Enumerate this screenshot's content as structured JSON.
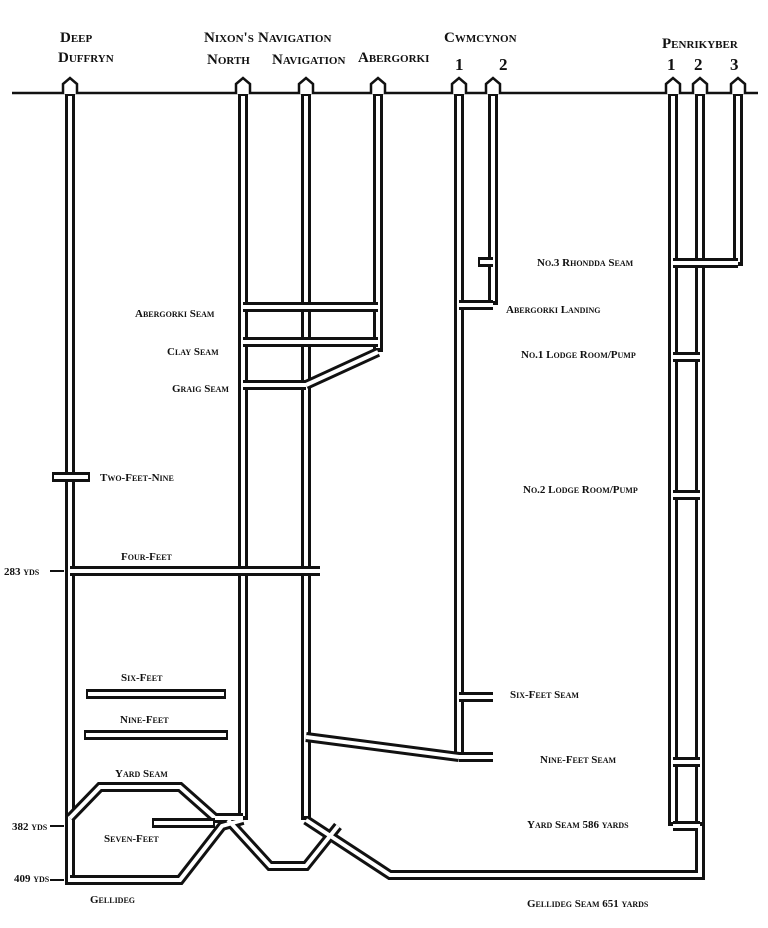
{
  "pits": {
    "deep_duffryn_1": "Deep",
    "deep_duffryn_2": "Duffryn",
    "nixons_1": "Nixon's",
    "nixons_2": "North",
    "navigation_1": "Navigation",
    "navigation_2": "Navigation",
    "abergorki": "Abergorki",
    "cwmcynon": "Cwmcynon",
    "cwmcynon_no1": "1",
    "cwmcynon_no2": "2",
    "penrikyber": "Penrikyber",
    "penrikyber_no1": "1",
    "penrikyber_no2": "2",
    "penrikyber_no3": "3"
  },
  "seams": {
    "abergorki_seam": "Abergorki Seam",
    "clay_seam": "Clay Seam",
    "graig_seam": "Graig Seam",
    "two_feet_nine": "Two-Feet-Nine",
    "four_feet": "Four-Feet",
    "six_feet": "Six-Feet",
    "nine_feet": "Nine-Feet",
    "yard_seam": "Yard Seam",
    "seven_feet": "Seven-Feet",
    "gellideg": "Gellideg",
    "no3_rhondda": "No.3 Rhondda Seam",
    "abergorki_landing": "Abergorki Landing",
    "no1_lodge": "No.1 Lodge Room/Pump",
    "no2_lodge": "No.2 Lodge Room/Pump",
    "six_feet_seam": "Six-Feet Seam",
    "nine_feet_seam": "Nine-Feet Seam",
    "yard_seam_586": "Yard Seam 586 yards",
    "gellideg_651": "Gellideg Seam 651 yards"
  },
  "depths": {
    "d283": "283 yds",
    "d382": "382 yds",
    "d409": "409 yds"
  },
  "colors": {
    "ink": "#111111",
    "background": "#ffffff"
  }
}
